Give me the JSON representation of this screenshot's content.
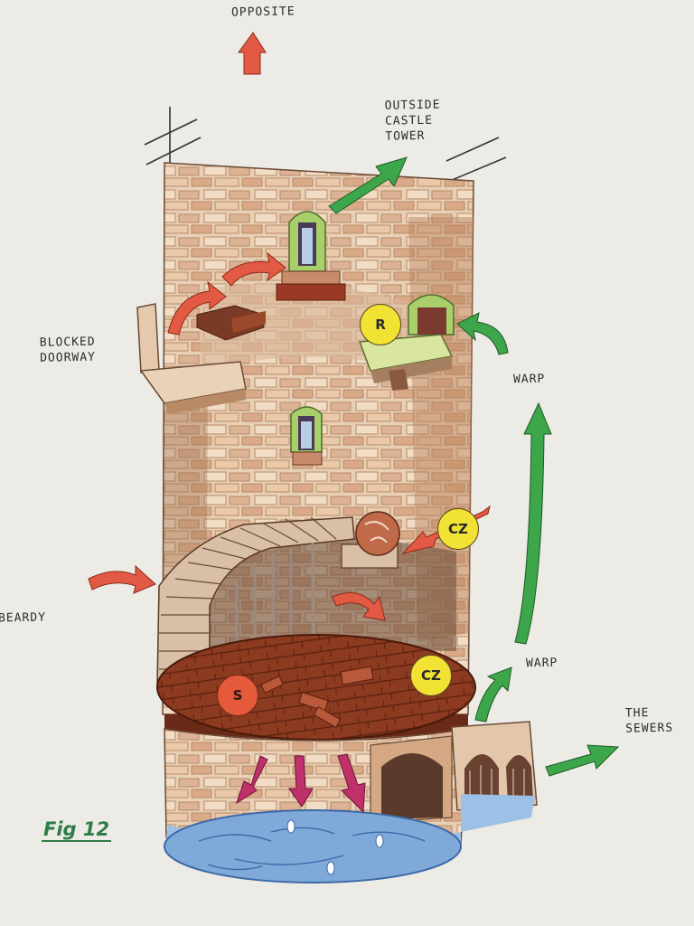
{
  "labels": {
    "opposite": "OPPOSITE",
    "outside_castle_tower": "OUTSIDE CASTLE TOWER",
    "blocked_doorway": "BLOCKED DOORWAY",
    "warp_top": "WARP",
    "warp_bottom": "WARP",
    "beardy": "BEARDY",
    "the_sewers": "THE SEWERS",
    "figure_caption": "Fig 12"
  },
  "markers": {
    "r": "R",
    "cz_upper": "CZ",
    "cz_lower": "CZ",
    "s": "S"
  },
  "colors": {
    "paper": "#ecebe6",
    "stone": "#e6cbb0",
    "stone_dark": "#a86a45",
    "wood": "#8a3a22",
    "water": "#7fa9d8",
    "arrow_red": "#e35a44",
    "arrow_green": "#3ea64a",
    "arrow_magenta": "#c0306a",
    "marker_yellow": "#f2e233",
    "marker_red": "#e45a3a",
    "caption_green": "#2e7d45"
  }
}
